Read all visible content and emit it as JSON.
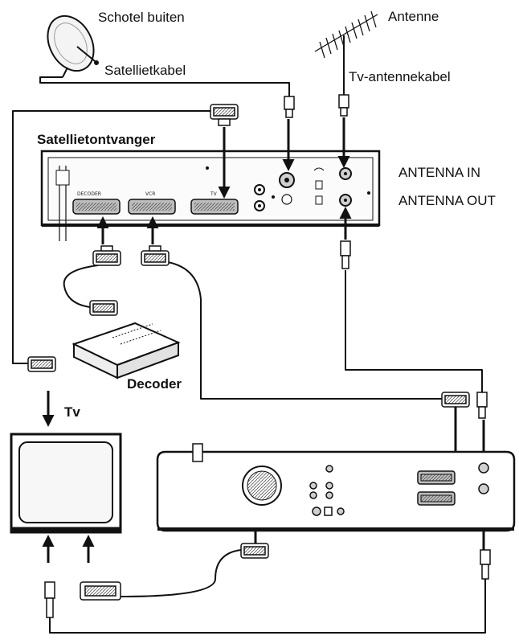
{
  "labels": {
    "dish": "Schotel buiten",
    "sat_cable": "Satellietkabel",
    "antenna": "Antenne",
    "tv_cable": "Tv-antennekabel",
    "receiver": "Satellietontvanger",
    "antenna_in": "ANTENNA IN",
    "antenna_out": "ANTENNA OUT",
    "decoder": "Decoder",
    "tv": "Tv"
  },
  "receiver_ports": {
    "decoder": "DECODER",
    "vcr": "VCR",
    "tv": "TV"
  },
  "colors": {
    "line": "#111111",
    "device_fill": "#ffffff",
    "panel_fill": "#e9e9e9",
    "port_fill": "#bdbdbd"
  }
}
